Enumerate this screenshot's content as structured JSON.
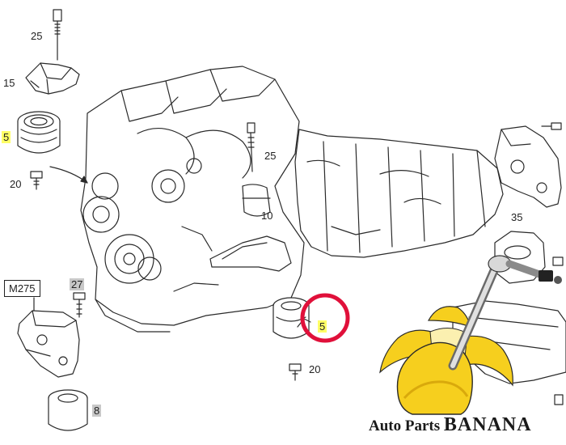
{
  "callouts": {
    "c25_top": "25",
    "c15": "15",
    "c5_left": "5",
    "c20_left": "20",
    "c25_mid": "25",
    "c10": "10",
    "cM275": "M275",
    "c27": "27",
    "c8": "8",
    "c5_center": "5",
    "c20_center": "20",
    "c35": "35"
  },
  "brand": {
    "part1": "Auto Parts ",
    "part2": "BANANA"
  },
  "colors": {
    "line": "#2a2a2a",
    "highlight_yellow": "#ffff66",
    "highlight_gray": "#c8c8c8",
    "circle_marker": "#e0103a",
    "banana_yellow": "#f6cf1e",
    "banana_shadow": "#d9a90c",
    "banana_flesh": "#fbf0b0"
  }
}
